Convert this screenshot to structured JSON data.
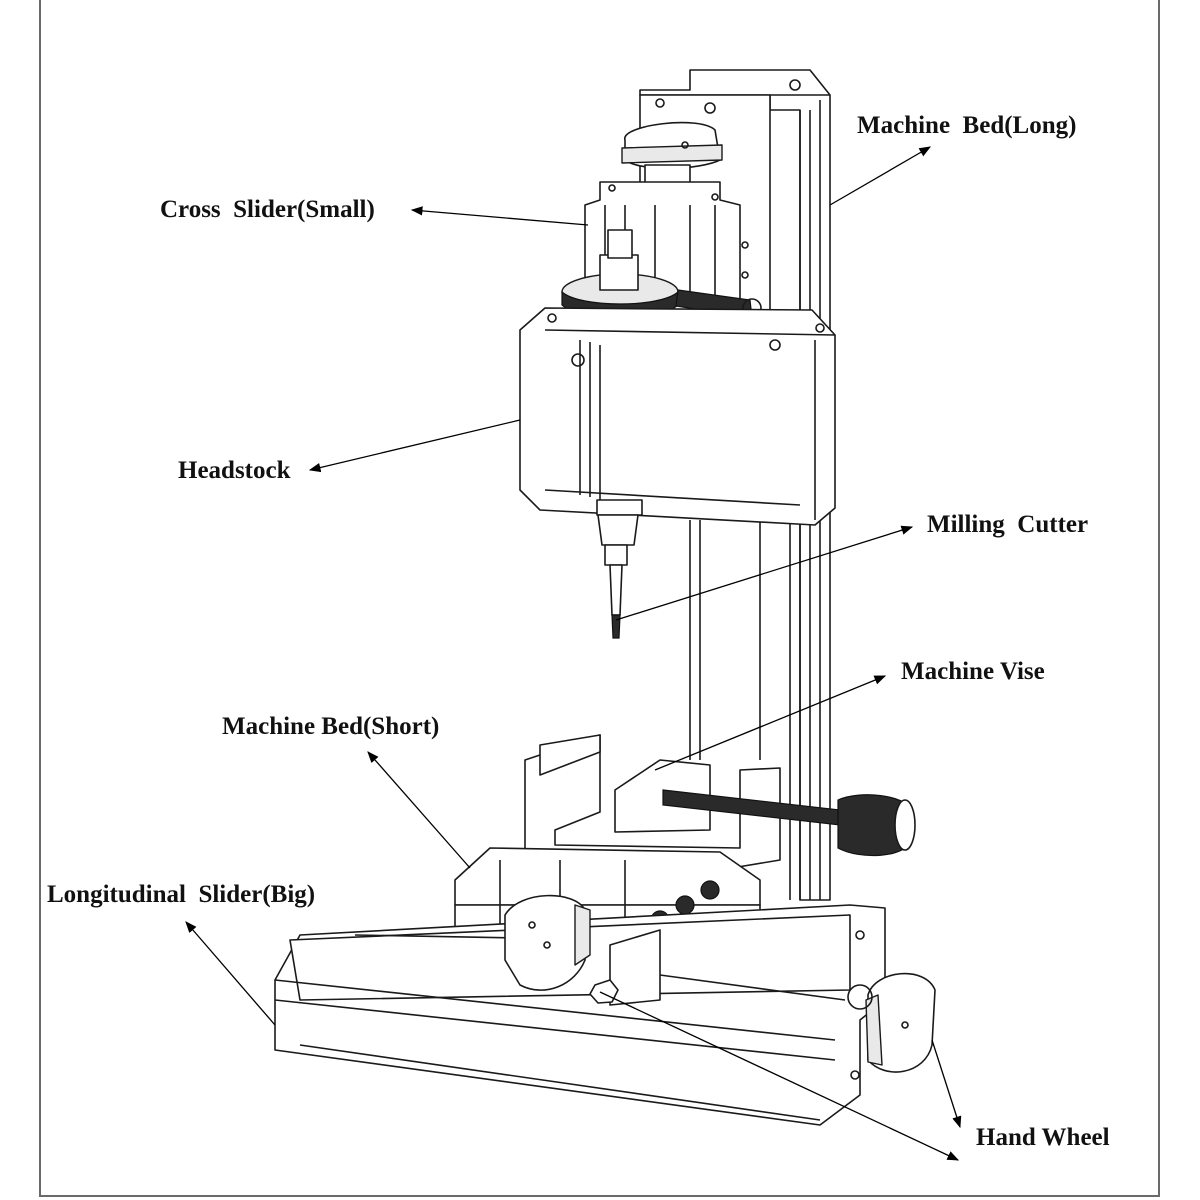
{
  "figure": {
    "labels": {
      "machine_bed_long": "Machine  Bed(Long)",
      "cross_slider_small": "Cross  Slider(Small)",
      "headstock": "Headstock",
      "milling_cutter": "Milling  Cutter",
      "machine_vise": "Machine Vise",
      "machine_bed_short": "Machine Bed(Short)",
      "longitudinal_slider_big": "Longitudinal  Slider(Big)",
      "hand_wheel": "Hand Wheel"
    }
  }
}
